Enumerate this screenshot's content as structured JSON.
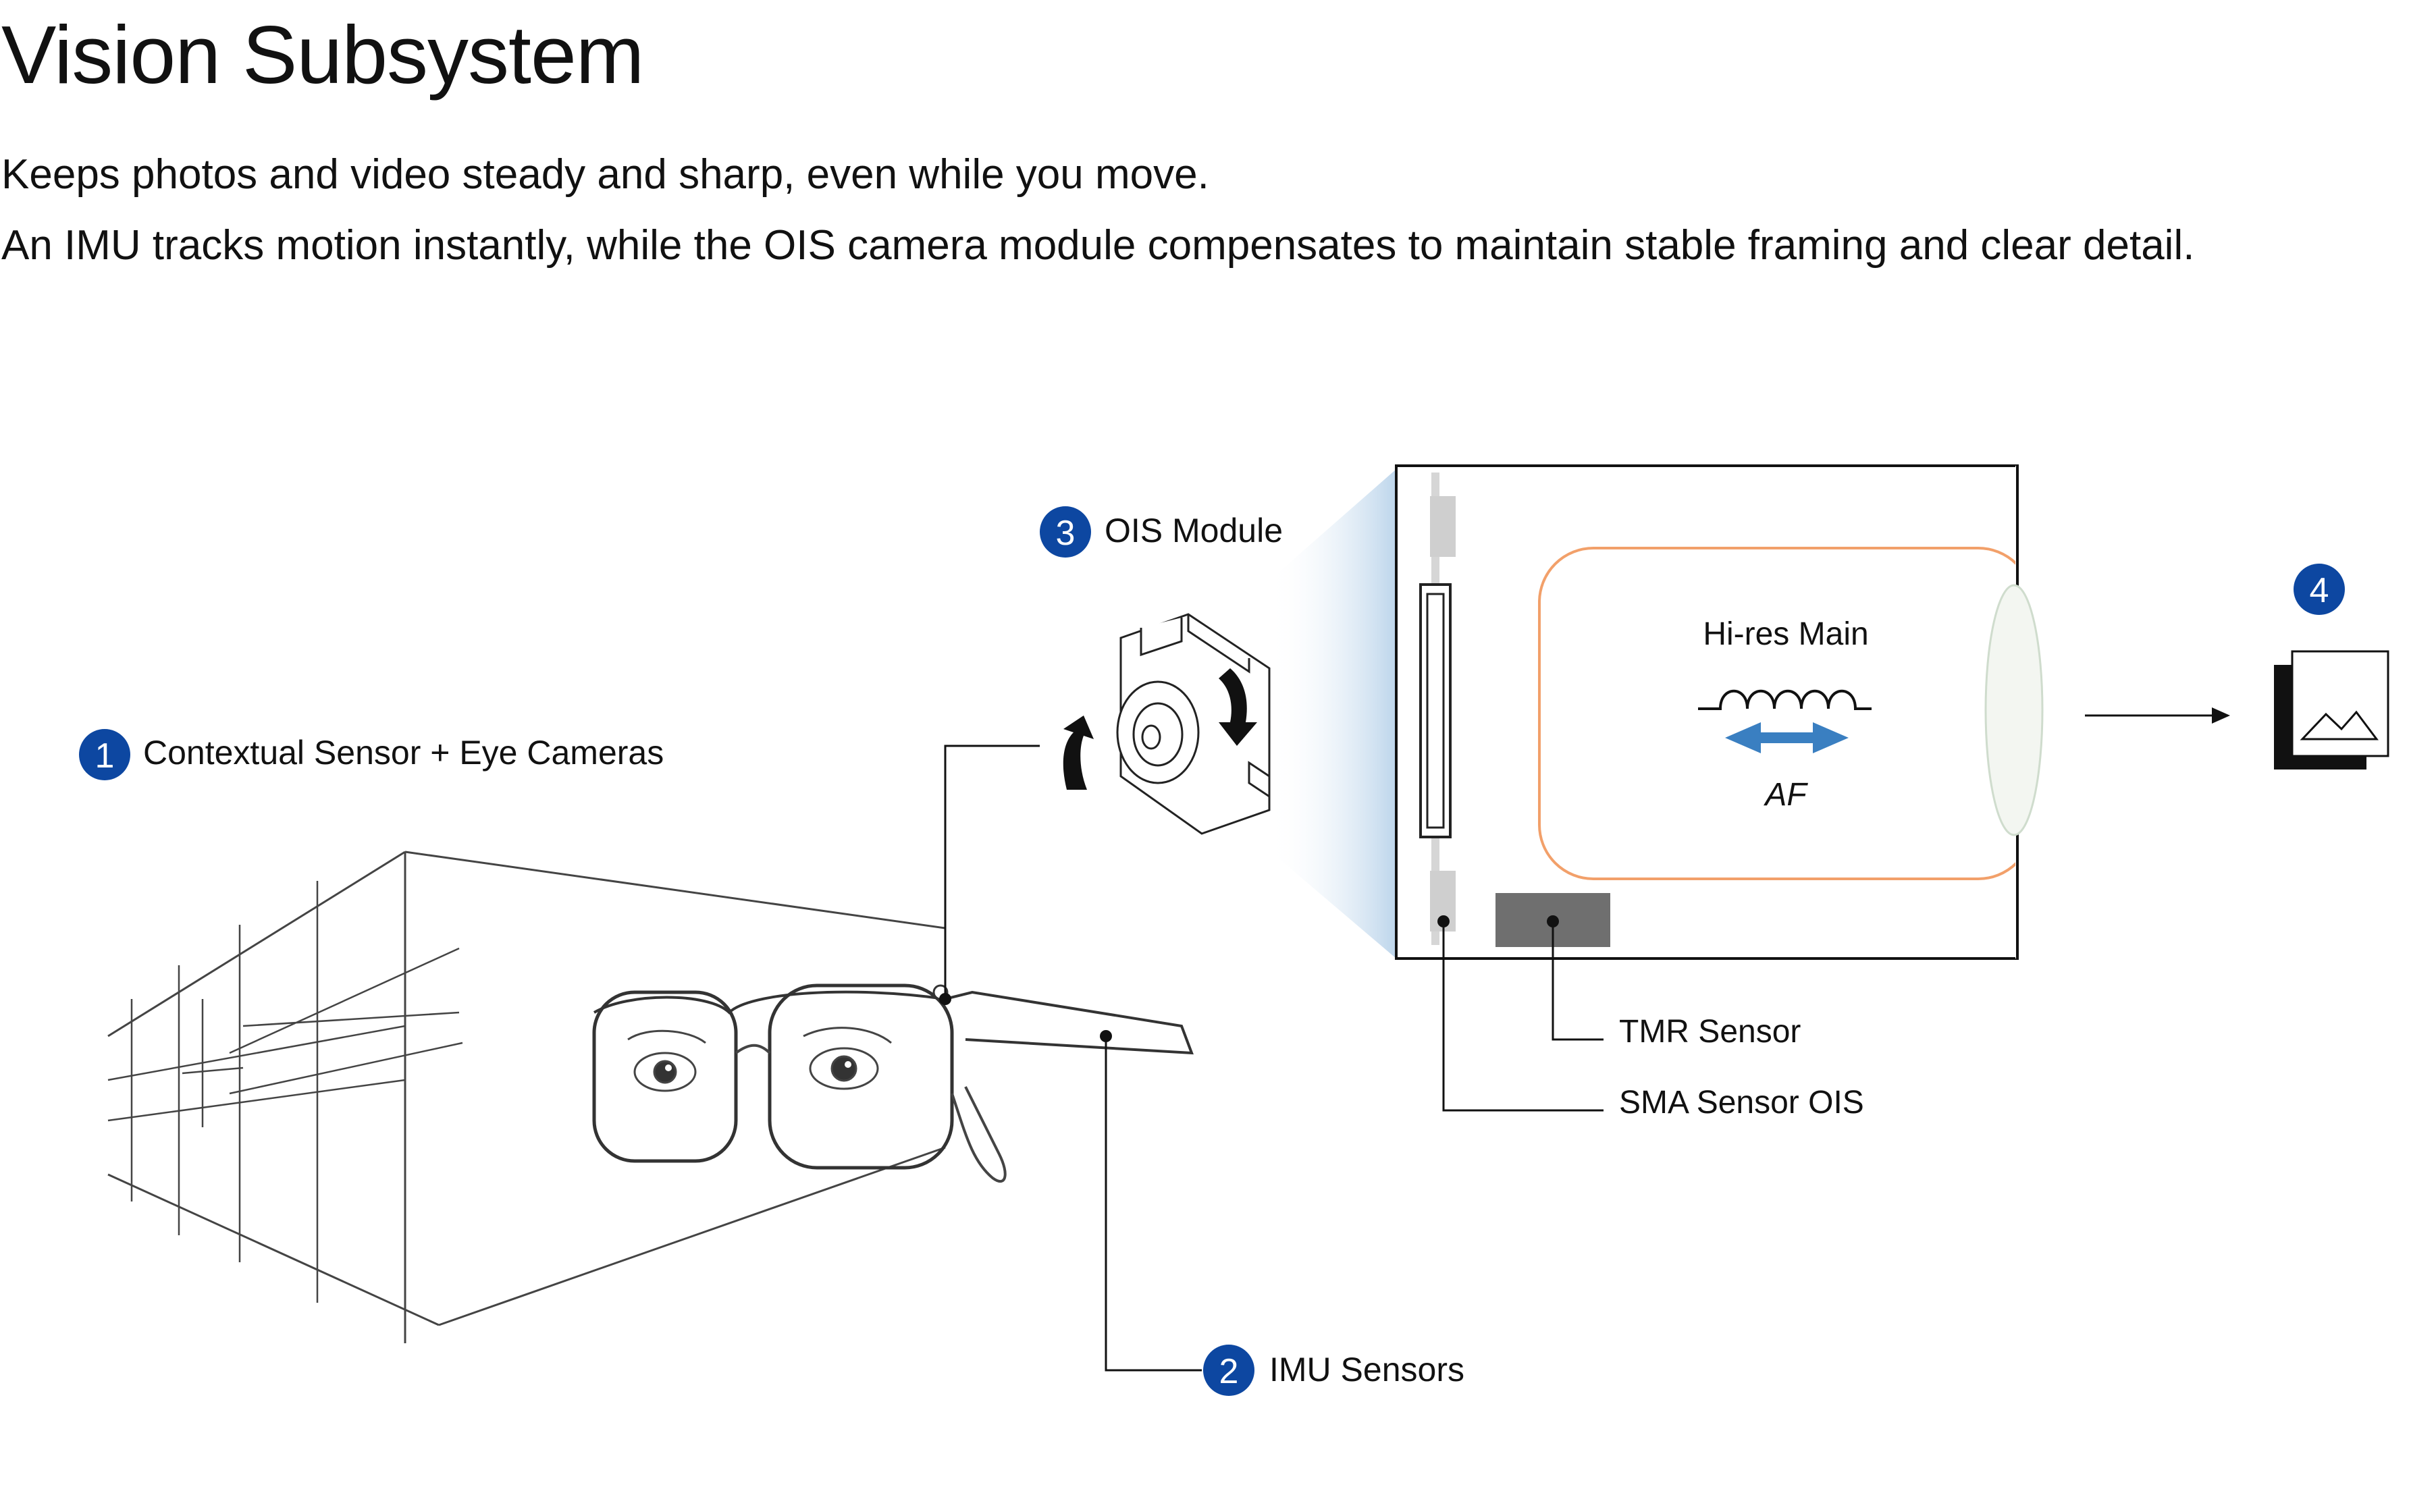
{
  "header": {
    "title": "Vision Subsystem",
    "subtitle_line1": "Keeps photos and video steady and sharp, even while you move.",
    "subtitle_line2": "An IMU tracks motion instantly, while the OIS camera module compensates to maintain stable framing and clear detail."
  },
  "callouts": [
    {
      "number": "1",
      "label": "Contextual Sensor + Eye Cameras"
    },
    {
      "number": "2",
      "label": "IMU Sensors"
    },
    {
      "number": "3",
      "label": "OIS Module"
    },
    {
      "number": "4",
      "label": ""
    }
  ],
  "module": {
    "lens_label": "Hi-res Main",
    "af_label": "AF",
    "tmr_label": "TMR Sensor",
    "sma_label": "SMA Sensor OIS"
  },
  "colors": {
    "badge": "#0d47a1",
    "accent_orange": "#f2a06a",
    "arrow_blue": "#3a7fc1",
    "sensor_gray": "#6f6f6f"
  },
  "icons": [
    "glasses-illustration",
    "camera-module-icon",
    "rotate-arrow-icon",
    "image-output-icon"
  ]
}
